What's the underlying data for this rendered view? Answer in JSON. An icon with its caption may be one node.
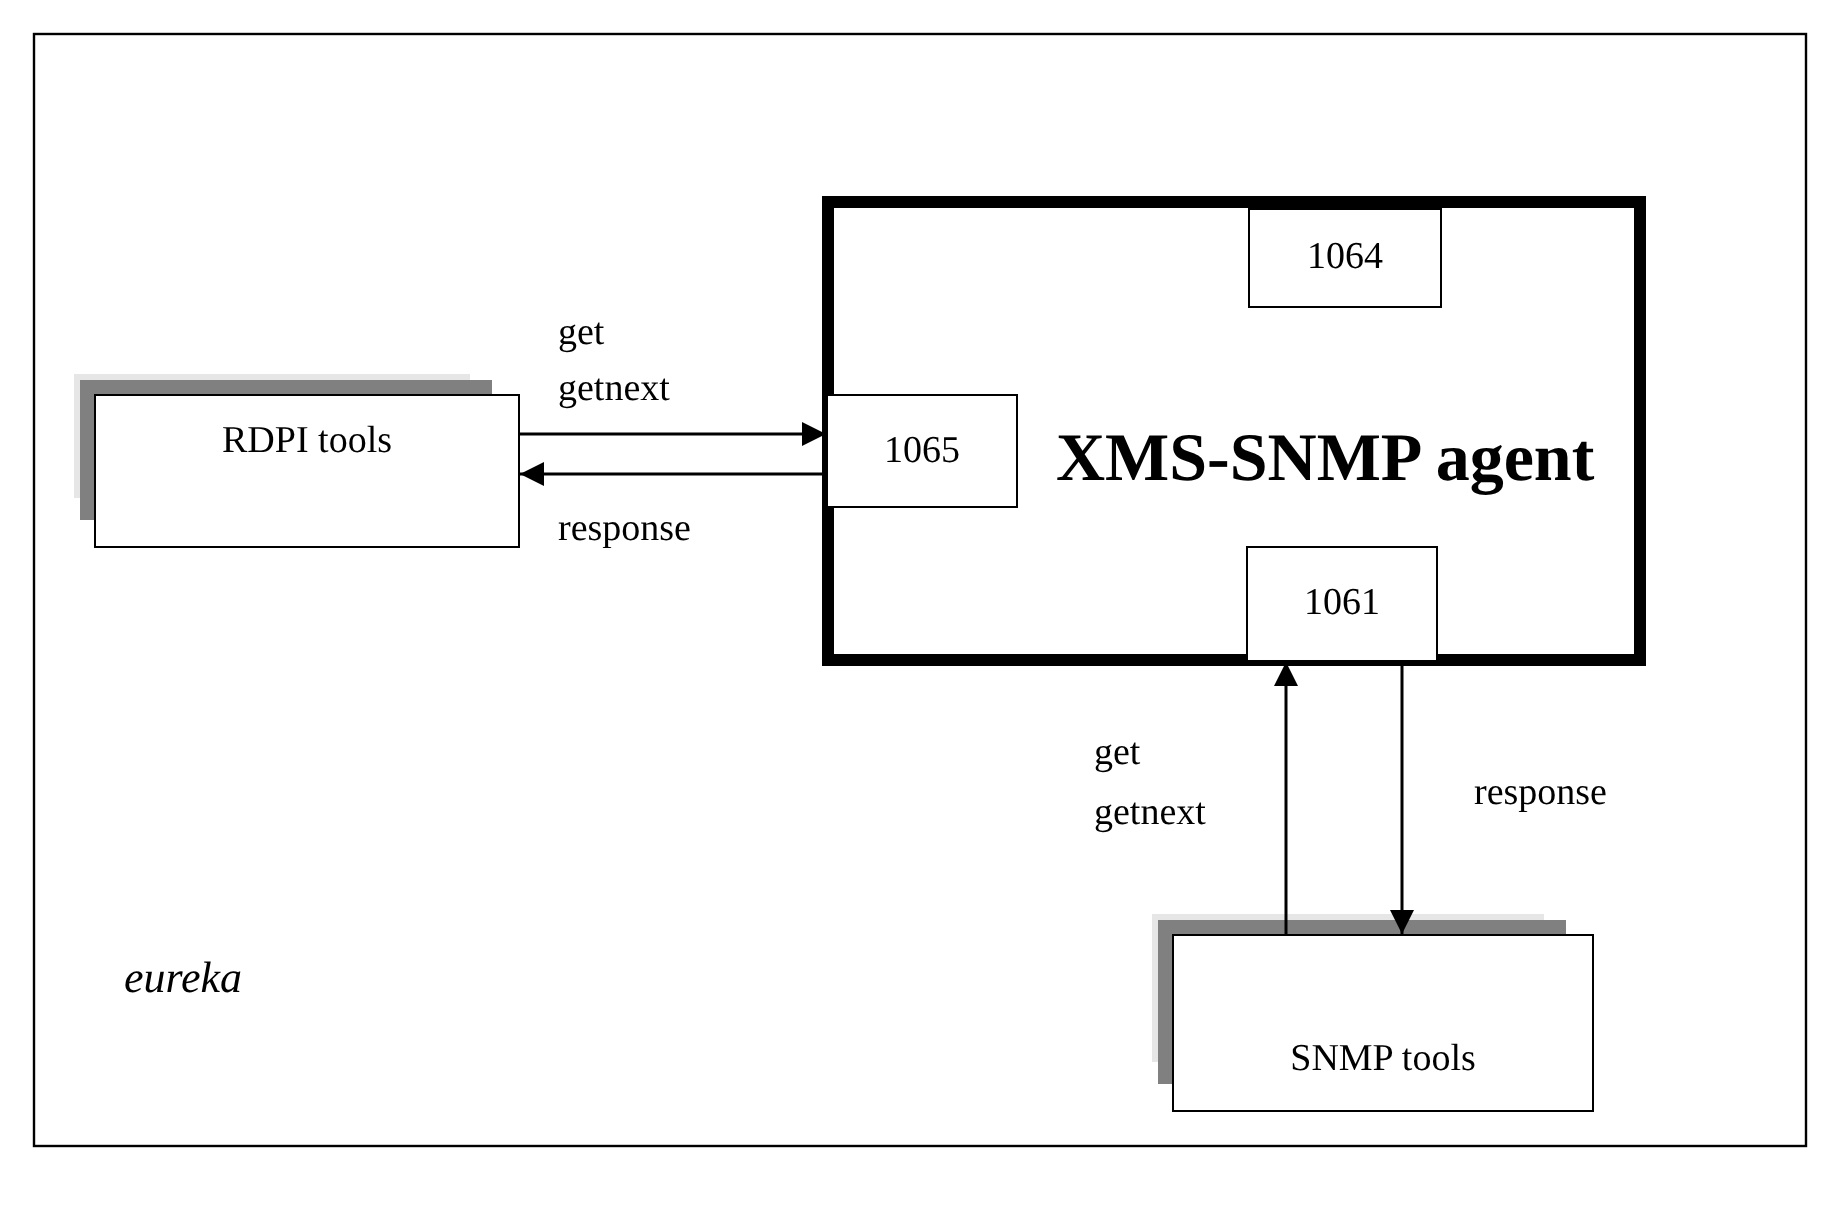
{
  "diagram": {
    "nodes": [
      {
        "text": [
          "RDPI tools"
        ]
      },
      {
        "text": [
          "XMS-SNMP agent"
        ]
      },
      {
        "text": [
          "1064"
        ],
        "in": 1
      },
      {
        "text": [
          "1065"
        ],
        "in": 1
      },
      {
        "text": [
          "1061"
        ],
        "in": 1
      },
      {
        "text": [
          "SNMP tools"
        ]
      }
    ],
    "edges": [
      {
        "from": 0,
        "to": 3,
        "arrow": "to",
        "label": "get getnext"
      },
      {
        "from": 3,
        "to": 0,
        "arrow": "to",
        "label": "response"
      },
      {
        "from": 5,
        "to": 4,
        "arrow": "to",
        "label": "get getnext"
      },
      {
        "from": 4,
        "to": 5,
        "arrow": "to",
        "label": "response"
      }
    ],
    "labels": [
      "eureka"
    ]
  }
}
